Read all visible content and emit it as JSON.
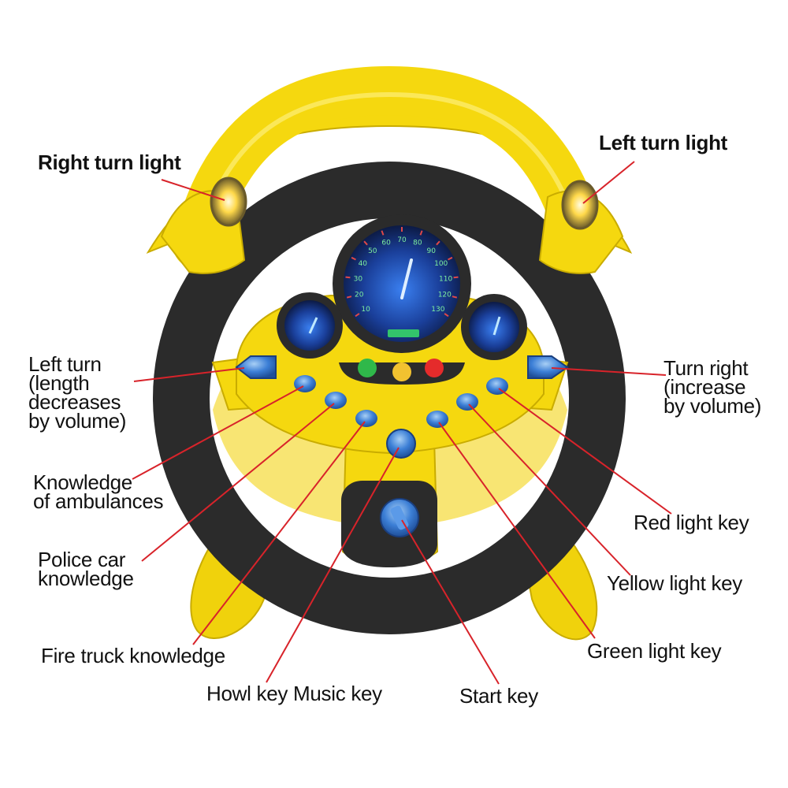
{
  "labels": {
    "right_turn_light": "Right turn light",
    "left_turn_light": "Left turn light",
    "left_turn": [
      "Left turn",
      "(length",
      "decreases",
      "by volume)"
    ],
    "turn_right": [
      "Turn right",
      "(increase",
      "by volume)"
    ],
    "knowledge_ambulances": [
      "Knowledge",
      "of ambulances"
    ],
    "police_car_knowledge": [
      "Police car",
      "knowledge"
    ],
    "fire_truck_knowledge": "Fire truck knowledge",
    "howl_music_key": "Howl key Music key",
    "start_key": "Start key",
    "red_light_key": "Red light key",
    "yellow_light_key": "Yellow light key",
    "green_light_key": "Green light key"
  },
  "speedometer": {
    "ticks": [
      "10",
      "20",
      "30",
      "40",
      "50",
      "60",
      "70",
      "80",
      "90",
      "100",
      "110",
      "120",
      "130"
    ]
  },
  "colors": {
    "yellow": "#f5d80f",
    "black": "#2b2b2b",
    "blue": "#3c7fd6",
    "leader": "#d8232a",
    "gauge_bg": "#142a6a",
    "red_light": "#e52b2b",
    "yellow_light": "#f2c230",
    "green_light": "#2fb84a"
  }
}
